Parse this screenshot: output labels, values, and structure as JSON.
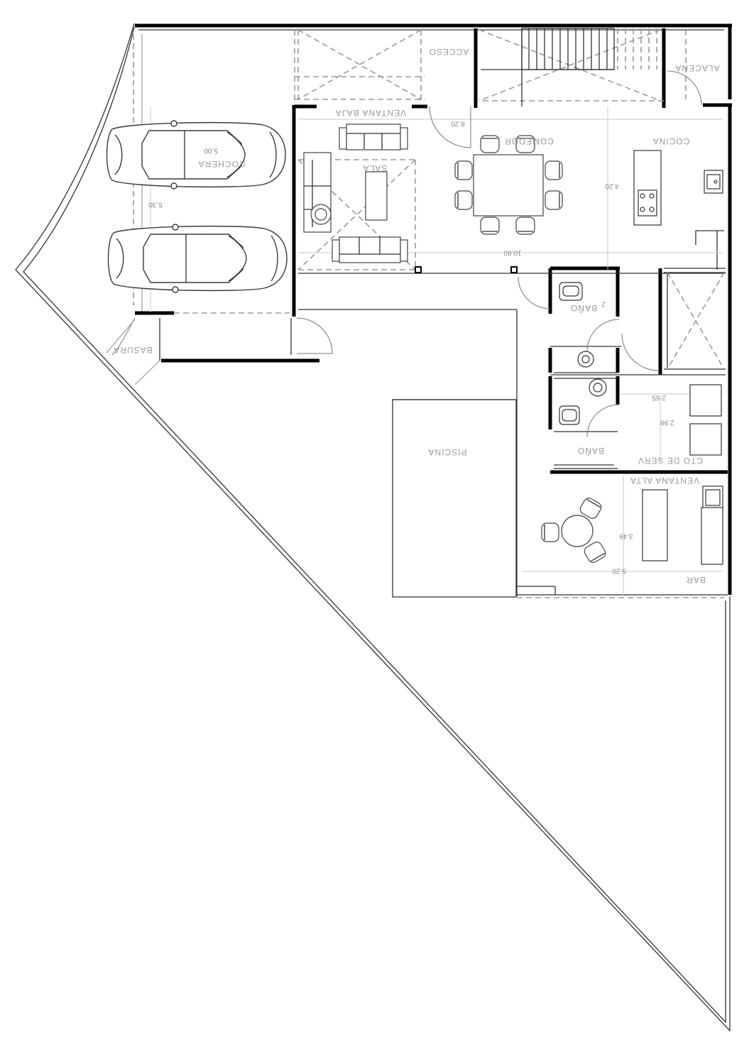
{
  "labels": {
    "acceso": "ACCESO",
    "ventana_baja": "VENTANA BAJA",
    "comedor": "COMEDOR",
    "cocina": "COCINA",
    "sala": "SALA",
    "cochera": "COCHERA",
    "alacena": "ALACENA",
    "basura": "BASURA",
    "piscina": "PISCINA",
    "bano_1": "BAÑO",
    "bano_2": "BAÑO",
    "cto_serv": "CTO DE SERV",
    "ventana_alta": "VENTANA ALTA",
    "bar": "BAR"
  },
  "dimensions": {
    "d_820": "8.20",
    "d_500": "5.00",
    "d_530": "5.30",
    "d_420": "4.20",
    "d_1080": "10.80",
    "d_2": "2",
    "d_265": "2.65",
    "d_298": "2.98",
    "d_349": "3.49",
    "d_520": "5.20"
  },
  "colors": {
    "wall": "#000000",
    "line": "#333333",
    "hatch": "#9b9b9b",
    "text": "#9a9a9a"
  }
}
